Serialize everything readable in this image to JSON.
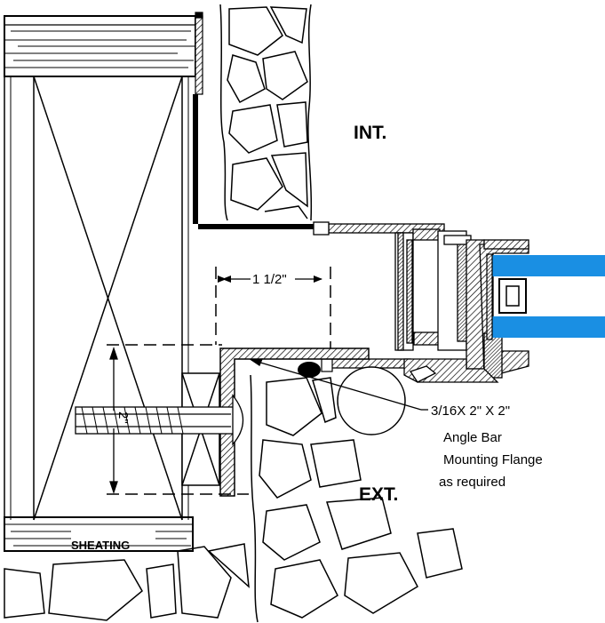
{
  "labels": {
    "interior": "INT.",
    "exterior": "EXT.",
    "dim_horizontal": "1 1/2\"",
    "dim_vertical": "2\"",
    "sheathing": "SHEATING",
    "callout_lines": [
      "3/16X 2\" X 2\"",
      "Angle Bar",
      "Mounting Flange",
      "as required"
    ]
  },
  "colors": {
    "glass": "#1a8fe3",
    "line": "#000000",
    "background": "#ffffff"
  }
}
